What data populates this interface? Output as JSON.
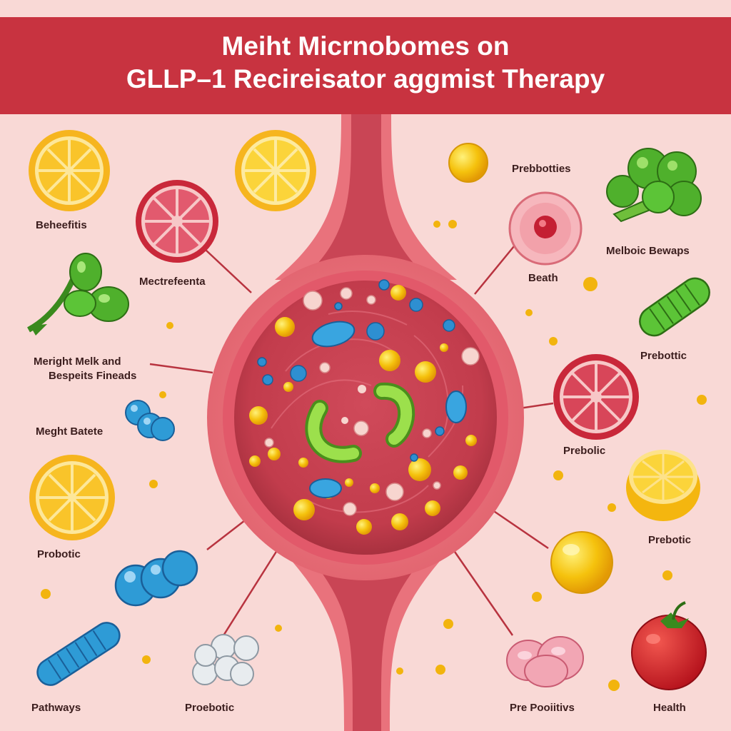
{
  "title": {
    "line1": "Meiht Micrnobomes on",
    "line2": "GLLP–1 Recireisator aggmist Therapy"
  },
  "labels": [
    {
      "id": "benefits",
      "text": "Beheefitis"
    },
    {
      "id": "mectrefeenta",
      "text": "Mectrefeenta"
    },
    {
      "id": "weight-milk-line1",
      "text": "Meright Melk and"
    },
    {
      "id": "weight-milk-line2",
      "text": "Bespeits Fineads"
    },
    {
      "id": "meght-batete",
      "text": "Meght Batete"
    },
    {
      "id": "probotic-left",
      "text": "Probotic"
    },
    {
      "id": "pathways",
      "text": "Pathways"
    },
    {
      "id": "preebotic-bottom",
      "text": "Proebotic"
    },
    {
      "id": "prebbotties",
      "text": "Prebbotties"
    },
    {
      "id": "beath",
      "text": "Beath"
    },
    {
      "id": "melboic",
      "text": "Melboic Bewaps"
    },
    {
      "id": "prebottic-right",
      "text": "Prebottic"
    },
    {
      "id": "prebolic-mid",
      "text": "Prebolic"
    },
    {
      "id": "prebotic-right",
      "text": "Prebotic"
    },
    {
      "id": "pre-poolitvs",
      "text": "Pre Pooiitivs"
    },
    {
      "id": "health",
      "text": "Health"
    }
  ],
  "colors": {
    "banner": "#c83340",
    "background": "#f9d9d6",
    "gut_wall": "#e86a74",
    "gut_inner": "#c94555",
    "citrus": "#f6b51e",
    "pink_fruit": "#e25a6e",
    "green": "#4fb02c",
    "blue": "#2e9bd6",
    "yellow": "#f5c20d",
    "red": "#d81e27"
  },
  "icons": [
    "orange-slice-icon",
    "grapefruit-slice-icon",
    "pea-pod-icon",
    "blue-bacteria-icon",
    "blue-bacillus-icon",
    "white-cluster-icon",
    "yellow-dot-icon",
    "pink-cell-icon",
    "broccoli-icon",
    "green-bacillus-icon",
    "lemon-slice-icon",
    "yellow-sphere-icon",
    "pink-cluster-icon",
    "tomato-icon"
  ]
}
